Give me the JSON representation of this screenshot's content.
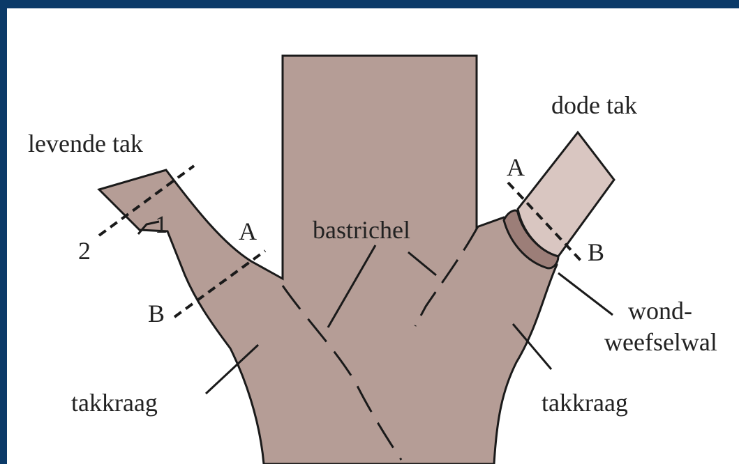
{
  "colors": {
    "background_frame": "#0b3a68",
    "panel": "#ffffff",
    "living_branch": "#b59d96",
    "dead_branch": "#d9c6c1",
    "callus_ring": "#9c7e78",
    "outline": "#1a1a1a"
  },
  "labels": {
    "living_branch": "levende tak",
    "dead_branch": "dode tak",
    "bark_ridge": "bastrichel",
    "collar_left": "takkraag",
    "collar_right": "takkraag",
    "callus_line1": "wond-",
    "callus_line2": "weefselwal",
    "left_a": "A",
    "left_b": "B",
    "left_1": "1",
    "left_2": "2",
    "right_a": "A",
    "right_b": "B"
  }
}
